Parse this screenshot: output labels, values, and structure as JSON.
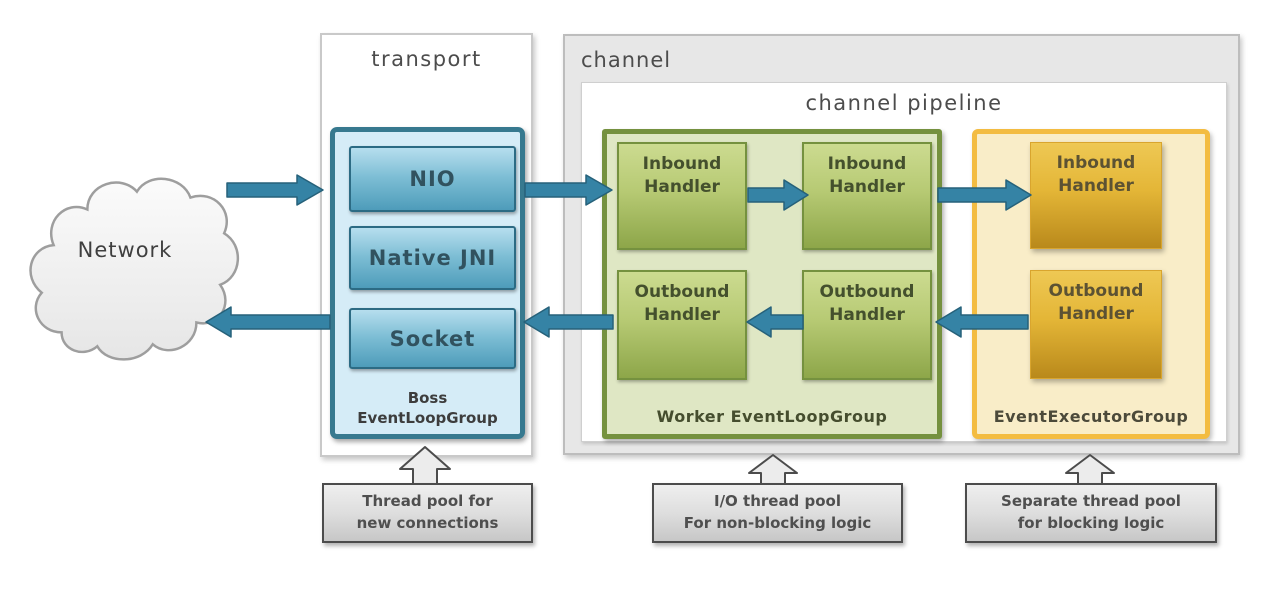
{
  "network": {
    "label": "Network"
  },
  "transport": {
    "title": "transport",
    "items": [
      {
        "label": "NIO"
      },
      {
        "label": "Native JNI"
      },
      {
        "label": "Socket"
      }
    ],
    "group_label_line1": "Boss",
    "group_label_line2": "EventLoopGroup"
  },
  "channel": {
    "title": "channel",
    "pipeline_title": "channel pipeline",
    "worker": {
      "label": "Worker EventLoopGroup",
      "handlers": [
        {
          "label": "Inbound Handler"
        },
        {
          "label": "Inbound Handler"
        },
        {
          "label": "Outbound Handler"
        },
        {
          "label": "Outbound Handler"
        }
      ]
    },
    "executor": {
      "label": "EventExecutorGroup",
      "handlers": [
        {
          "label": "Inbound Handler"
        },
        {
          "label": "Outbound Handler"
        }
      ]
    }
  },
  "callouts": [
    {
      "line1": "Thread pool for",
      "line2": "new connections"
    },
    {
      "line1": "I/O thread pool",
      "line2": "For non-blocking logic"
    },
    {
      "line1": "Separate thread pool",
      "line2": "for blocking logic"
    }
  ],
  "colors": {
    "arrow_fill": "#3583a5",
    "arrow_stroke": "#26617a",
    "teal_border": "#37798f",
    "teal_fill_light": "#d5ecf7",
    "green_border": "#75913f",
    "green_fill_light": "#dfe7c4",
    "orange_border": "#f3bc42",
    "orange_fill_light": "#f9edc8",
    "callout_border": "#4c4c4c",
    "box_gray": "#e7e7e7"
  }
}
